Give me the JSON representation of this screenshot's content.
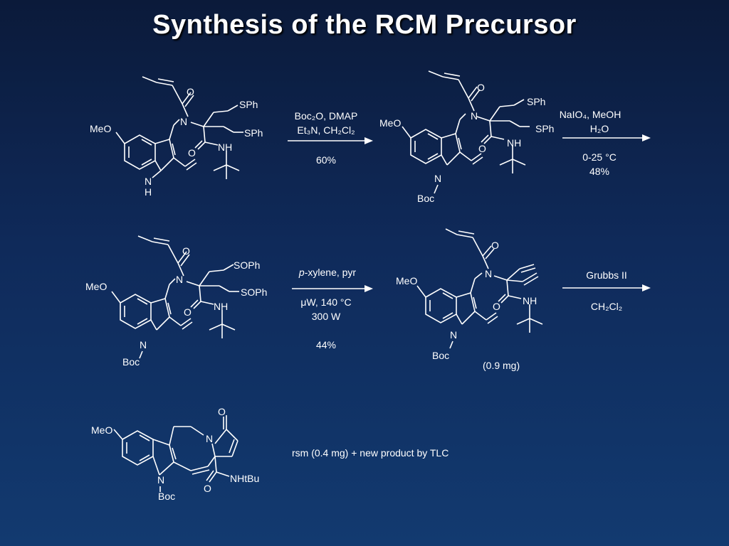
{
  "title": "Synthesis of the RCM Precursor",
  "labels": {
    "meo": "MeO",
    "n": "N",
    "h": "H",
    "o": "O",
    "nh": "NH",
    "sph": "SPh",
    "soph": "SOPh",
    "boc": "Boc",
    "nhtbu": "NHtBu"
  },
  "steps": [
    {
      "line1": "Boc₂O, DMAP",
      "line2": "Et₃N, CH₂Cl₂",
      "yield": "60%"
    },
    {
      "line1": "NaIO₄, MeOH",
      "line2": "H₂O",
      "line3": "0-25 °C",
      "yield": "48%"
    },
    {
      "line1_prefix": "p",
      "line1_rest": "-xylene, pyr",
      "line2": "μW, 140 °C",
      "line3": "300 W",
      "yield": "44%"
    },
    {
      "line1": "Grubbs II",
      "line2": "CH₂Cl₂"
    }
  ],
  "amount_note": "(0.9 mg)",
  "result_note": "rsm (0.4 mg) + new product by TLC",
  "colors": {
    "background_top": "#0b1a3a",
    "background_bottom": "#123a70",
    "text": "#ffffff"
  }
}
